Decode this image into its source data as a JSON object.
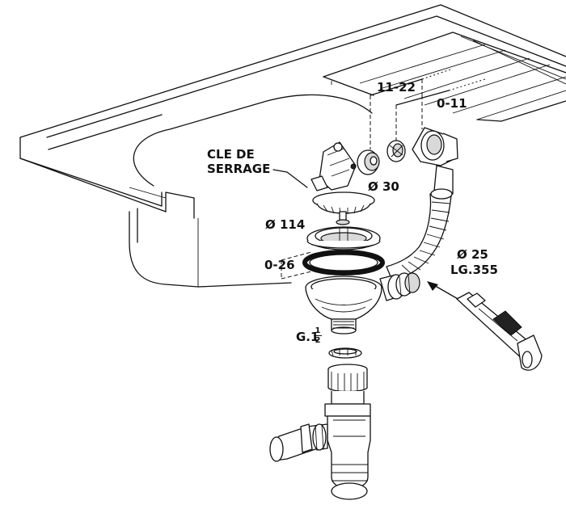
{
  "labels": {
    "key_line1": "CLE DE",
    "key_line2": "SERRAGE",
    "dim_11_22": "11-22",
    "dim_0_11": "0-11",
    "dia_30": "Ø 30",
    "dia_114": "Ø 114",
    "dim_0_26": "0-26",
    "dia_25": "Ø 25",
    "length_355": "LG.355",
    "thread_g": "G.1",
    "thread_num": "1",
    "thread_den": "2"
  }
}
